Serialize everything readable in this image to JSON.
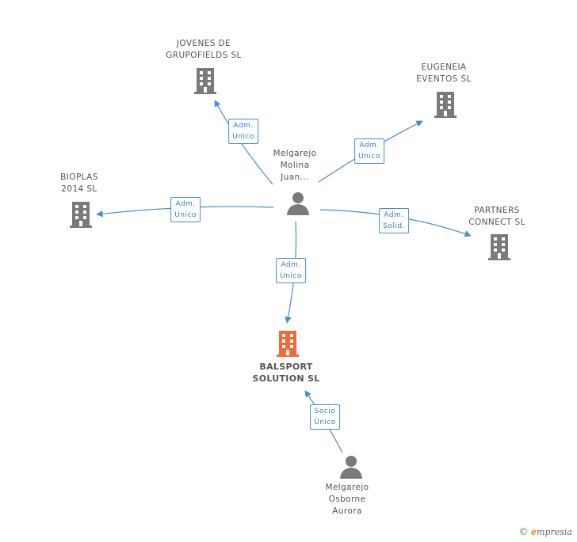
{
  "nodes": {
    "jovenes": {
      "lines": [
        "JOVENES DE",
        "GRUPOFIELDS SL"
      ]
    },
    "eugeneia": {
      "lines": [
        "EUGENEIA",
        "EVENTOS SL"
      ]
    },
    "bioplas": {
      "lines": [
        "BIOPLAS",
        "2014  SL"
      ]
    },
    "partners": {
      "lines": [
        "PARTNERS",
        "CONNECT SL"
      ]
    },
    "balsport": {
      "lines": [
        "BALSPORT",
        "SOLUTION SL"
      ]
    },
    "person_juan": {
      "lines": [
        "Melgarejo",
        "Molina",
        "Juan..."
      ]
    },
    "person_aurora": {
      "lines": [
        "Melgarejo",
        "Osborne",
        "Aurora"
      ]
    }
  },
  "relations": {
    "to_jovenes": [
      "Adm.",
      "Unico"
    ],
    "to_eugeneia": [
      "Adm.",
      "Unico"
    ],
    "to_bioplas": [
      "Adm.",
      "Unico"
    ],
    "to_partners": [
      "Adm.",
      "Solid."
    ],
    "to_balsport": [
      "Adm.",
      "Unico"
    ],
    "aurora_to_balsport": [
      "Socio",
      "Único"
    ]
  },
  "colors": {
    "edge": "#4a8bd4",
    "building": "#7a7a7a",
    "building_main": "#f26a3a",
    "person": "#7a7a7a"
  },
  "brand": {
    "copyright": "©",
    "initial": "e",
    "rest": "mpresia"
  }
}
